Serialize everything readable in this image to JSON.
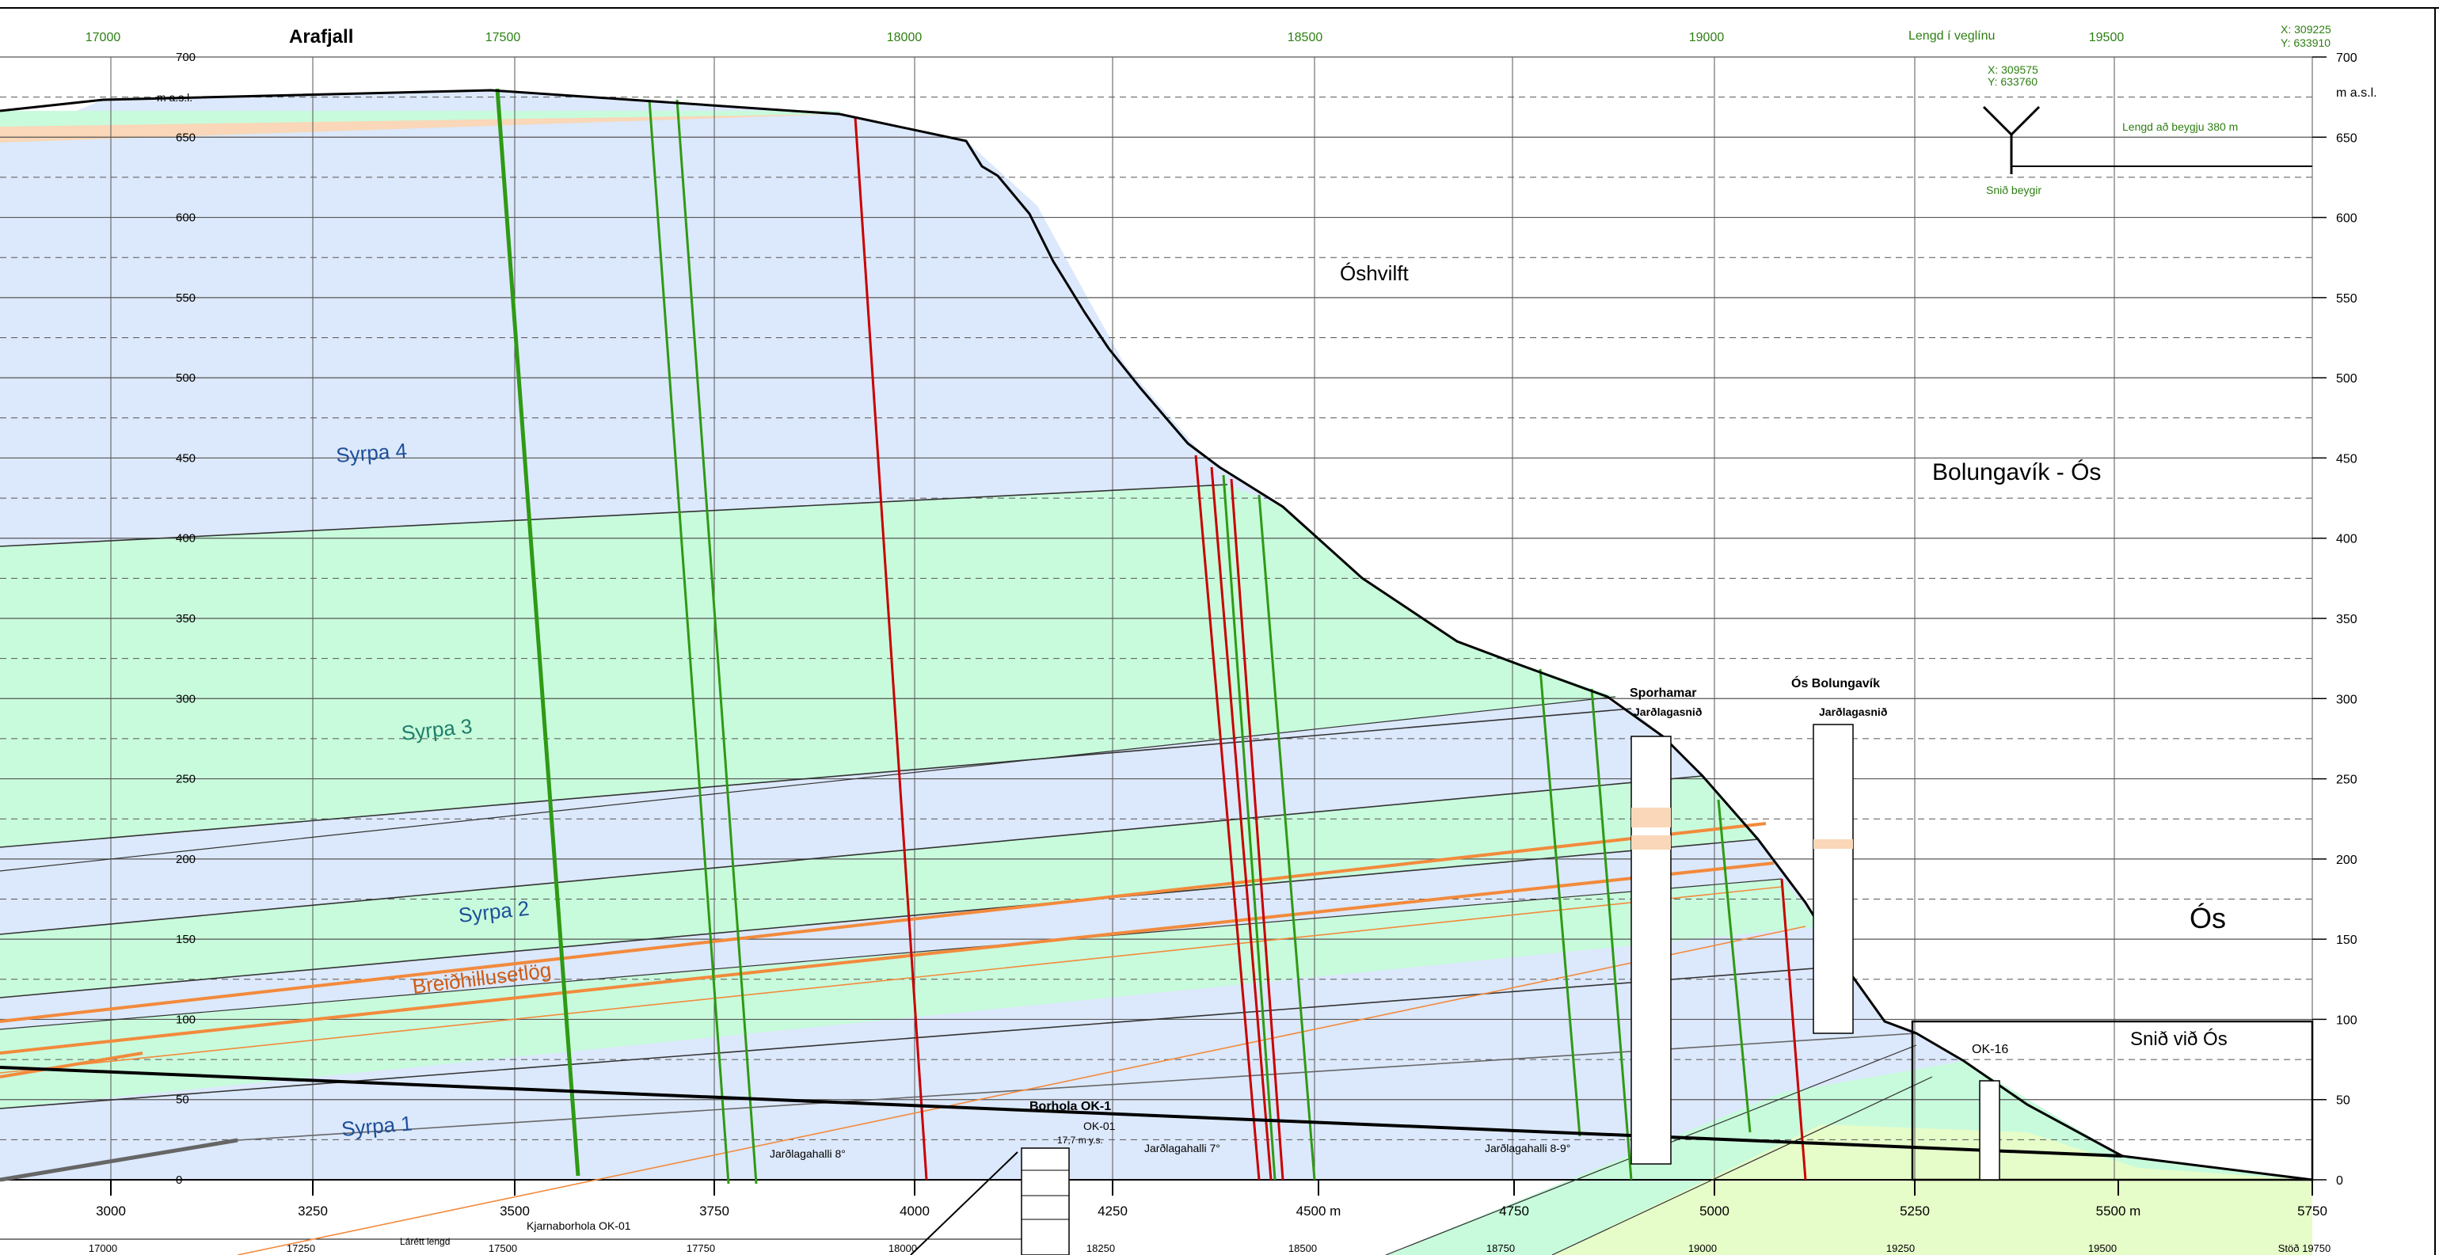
{
  "title": "Arafjall",
  "top_axis": {
    "ticks": [
      "17000",
      "17500",
      "18000",
      "18500",
      "19000",
      "19500"
    ],
    "label": "Lengd í veglínu"
  },
  "elevation_axis": {
    "unit": "m a.s.l.",
    "ticks": [
      "700",
      "650",
      "600",
      "550",
      "500",
      "450",
      "400",
      "350",
      "300",
      "250",
      "200",
      "150",
      "100",
      "50",
      "0"
    ]
  },
  "bottom_axis": {
    "ticks": [
      "3000",
      "3250",
      "3500",
      "3750",
      "4000",
      "4250",
      "4500 m",
      "4750",
      "5000",
      "5250",
      "5500 m",
      "5750"
    ],
    "ticks_lower": [
      "17000",
      "17250",
      "17500",
      "17750",
      "18000",
      "18250",
      "18500",
      "18750",
      "19000",
      "19250",
      "19500",
      "Stöð 19750"
    ],
    "lower_label": "Lárétt lengd",
    "borehole_label": "Kjarnaborhola OK-01"
  },
  "coords": {
    "top_right": "X: 309225\nY: 633910",
    "bend": "X: 309575\nY: 633760"
  },
  "bend": {
    "label": "Snið beygir",
    "distance_label": "Lengd að beygju 380 m"
  },
  "places": {
    "oshvilft": "Óshvilft",
    "bolungavik_os": "Bolungavík - Ós",
    "os": "Ós"
  },
  "units": {
    "sypra4": "Syrpa 4",
    "sypra3": "Syrpa 3",
    "sypra2": "Syrpa 2",
    "sypra1": "Syrpa 1",
    "breidhillu": "Breiðhillusetlög"
  },
  "dips": {
    "d1": "Jarðlagahalli 8°",
    "d2": "Jarðlagahalli 7°",
    "d3": "Jarðlagahalli 8-9°"
  },
  "borehole": {
    "title": "Borhola OK-1",
    "name": "OK-01",
    "depth": "17,7 m y.s."
  },
  "columns": {
    "sporhamar": {
      "title": "Sporhamar",
      "sub": "Jarðlagasnið"
    },
    "os_bolungavik": {
      "title": "Ós Bolungavík",
      "sub": "Jarðlagasnið"
    }
  },
  "inset": {
    "title": "Snið við Ós",
    "borehole": "OK-16"
  },
  "colors": {
    "basalt_blue": "#dce8fb",
    "basalt_green": "#c8fbdc",
    "sediment": "#f9d7b8",
    "ground": "#000000",
    "grid": "#555555",
    "dyke_red": "#c80000",
    "dyke_green": "#2f9a14",
    "sediment_line": "#f28a3c",
    "axis_green": "#2d7f12",
    "text_blue": "#1d4f9a",
    "text_teal": "#1f7f6a",
    "text_orange": "#cf5b14"
  }
}
